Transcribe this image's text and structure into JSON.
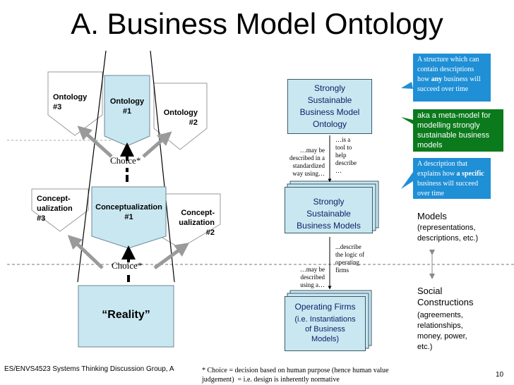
{
  "title": "A. Business Model Ontology",
  "left": {
    "ontology_3": "Ontology\n#3",
    "ontology_1": "Ontology\n#1",
    "ontology_2": "Ontology\n#2",
    "choice_upper": "Choice*",
    "concept_3": "Concept-\nualization\n#3",
    "concept_1": "Conceptualization\n#1",
    "concept_2": "Concept-\nualization\n#2",
    "choice_lower": "Choice*",
    "reality": "“Reality”"
  },
  "right": {
    "strongly_ontology": "Strongly\nSustainable\nBusiness Model\nOntology",
    "strongly_models": "Strongly\nSustainable\nBusiness Models",
    "operating_title": "Operating Firms",
    "operating_sub": "(i.e. Instantiations\nof Business\nModels)",
    "note_may_described_standardized": "…may be\ndescribed in a\nstandardized\nway using…",
    "note_tool": "…is a\ntool to\nhelp\ndescribe\n…",
    "note_describe_logic": "...describe\nthe logic of\noperating\nfirms",
    "note_may_described": "…may be\ndescribed\nusing a…"
  },
  "callouts": {
    "structure_pre": "A structure which can\ncontain descriptions\nhow ",
    "structure_bold": "any",
    "structure_post": " business will\nsucceed over time",
    "meta_model": "aka a meta-model for\nmodelling strongly\nsustainable business\nmodels",
    "description_pre": "A description that\nexplains how ",
    "description_bold": "a specific",
    "description_post": "\nbusiness will succeed\nover time"
  },
  "legend": {
    "models_title": "Models",
    "models_sub": "(representations,\ndescriptions, etc.)",
    "social_title": "Social\nConstructions",
    "social_sub": "(agreements,\nrelationships,\nmoney, power,\netc.)"
  },
  "footer": {
    "left": "ES/ENVS4523 Systems Thinking Discussion Group, A",
    "note": "* Choice = decision based on human purpose (hence human value\njudgement)  = i.e. design is inherently normative",
    "page": "10"
  },
  "colors": {
    "accent_blue": "#c9e7f1",
    "callout_blue": "#1f8fd6",
    "callout_green": "#0b7a1c",
    "arrow_gray": "#9a9a9a"
  }
}
